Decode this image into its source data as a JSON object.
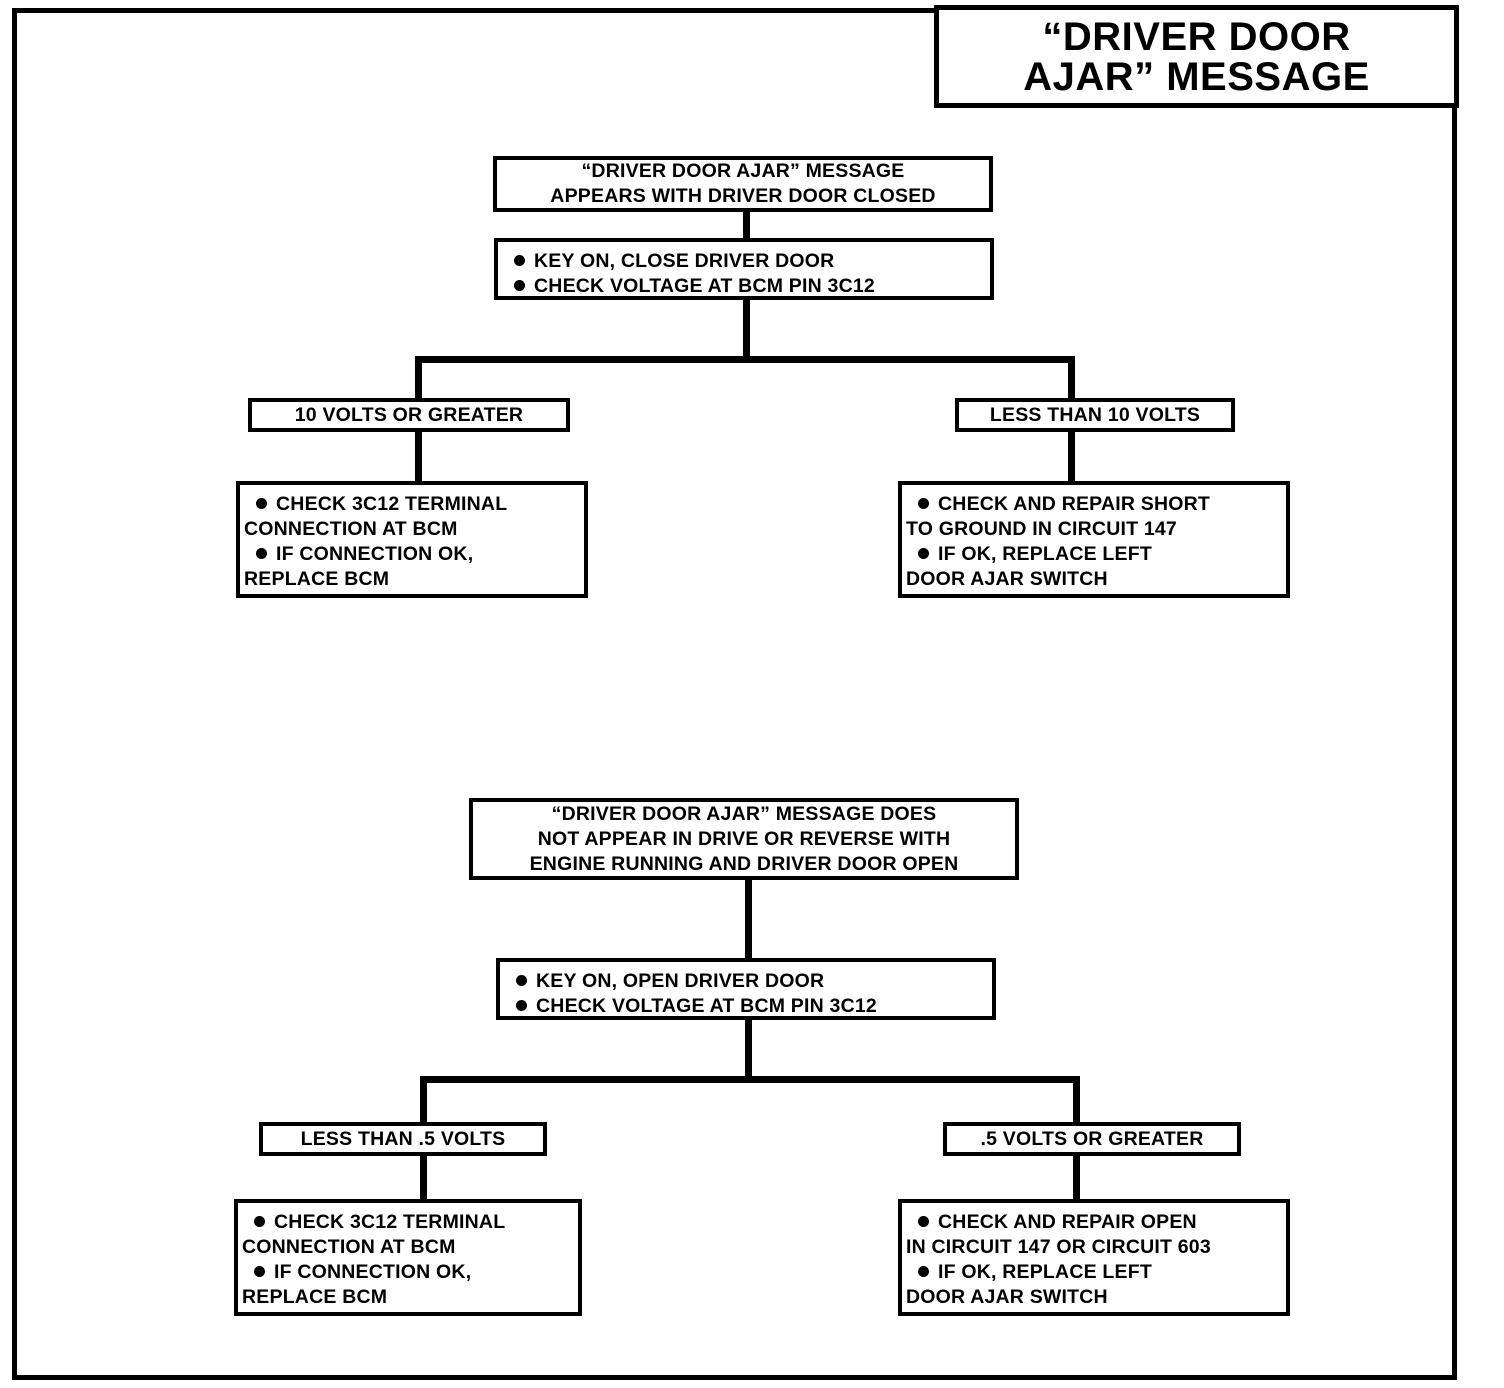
{
  "title": {
    "line1": "“DRIVER DOOR",
    "line2": "AJAR” MESSAGE"
  },
  "chart_data": {
    "type": "diagram",
    "title": "“DRIVER DOOR AJAR” MESSAGE",
    "charts": [
      {
        "id": "chart-1",
        "symptom": "“DRIVER DOOR AJAR” MESSAGE APPEARS WITH DRIVER DOOR CLOSED",
        "test": [
          "KEY ON, CLOSE DRIVER DOOR",
          "CHECK VOLTAGE AT BCM PIN 3C12"
        ],
        "branches": [
          {
            "condition": "10 VOLTS OR GREATER",
            "actions": [
              "CHECK 3C12 TERMINAL CONNECTION AT BCM",
              "IF CONNECTION OK, REPLACE BCM"
            ]
          },
          {
            "condition": "LESS THAN 10 VOLTS",
            "actions": [
              "CHECK AND REPAIR SHORT TO GROUND IN CIRCUIT 147",
              "IF OK, REPLACE LEFT DOOR AJAR SWITCH"
            ]
          }
        ]
      },
      {
        "id": "chart-2",
        "symptom": "“DRIVER DOOR AJAR” MESSAGE DOES NOT APPEAR IN DRIVE OR REVERSE WITH ENGINE RUNNING AND DRIVER DOOR OPEN",
        "test": [
          "KEY ON, OPEN DRIVER DOOR",
          "CHECK VOLTAGE AT BCM PIN 3C12"
        ],
        "branches": [
          {
            "condition": "LESS THAN .5 VOLTS",
            "actions": [
              "CHECK 3C12 TERMINAL CONNECTION AT BCM",
              "IF CONNECTION OK, REPLACE BCM"
            ]
          },
          {
            "condition": ".5 VOLTS OR GREATER",
            "actions": [
              "CHECK AND REPAIR OPEN IN CIRCUIT 147 OR CIRCUIT 603",
              "IF OK, REPLACE LEFT DOOR AJAR SWITCH"
            ]
          }
        ]
      }
    ]
  },
  "chart1": {
    "symptom": {
      "line1": "“DRIVER DOOR AJAR” MESSAGE",
      "line2": "APPEARS WITH DRIVER DOOR CLOSED"
    },
    "test": {
      "bullet1": "KEY ON, CLOSE DRIVER DOOR",
      "bullet2": "CHECK VOLTAGE AT BCM PIN 3C12"
    },
    "left": {
      "condition": "10 VOLTS OR GREATER",
      "bullet1": "CHECK 3C12 TERMINAL",
      "bullet1_cont": "CONNECTION AT BCM",
      "bullet2": "IF CONNECTION OK,",
      "bullet2_cont": "REPLACE BCM"
    },
    "right": {
      "condition": "LESS THAN 10 VOLTS",
      "bullet1": "CHECK AND REPAIR SHORT",
      "bullet1_cont": "TO GROUND IN CIRCUIT 147",
      "bullet2": "IF OK, REPLACE LEFT",
      "bullet2_cont": "DOOR AJAR SWITCH"
    }
  },
  "chart2": {
    "symptom": {
      "line1": "“DRIVER DOOR AJAR” MESSAGE DOES",
      "line2": "NOT APPEAR IN DRIVE OR REVERSE WITH",
      "line3": "ENGINE RUNNING AND DRIVER DOOR OPEN"
    },
    "test": {
      "bullet1": "KEY ON, OPEN DRIVER DOOR",
      "bullet2": "CHECK VOLTAGE AT BCM PIN 3C12"
    },
    "left": {
      "condition": "LESS THAN .5 VOLTS",
      "bullet1": "CHECK 3C12 TERMINAL",
      "bullet1_cont": "CONNECTION AT BCM",
      "bullet2": "IF CONNECTION OK,",
      "bullet2_cont": "REPLACE BCM"
    },
    "right": {
      "condition": ".5 VOLTS OR GREATER",
      "bullet1": "CHECK AND REPAIR OPEN",
      "bullet1_cont": "IN CIRCUIT 147 OR CIRCUIT 603",
      "bullet2": "IF OK, REPLACE LEFT",
      "bullet2_cont": "DOOR AJAR SWITCH"
    }
  },
  "colors": {
    "ink": "#000000",
    "paper": "#ffffff"
  }
}
